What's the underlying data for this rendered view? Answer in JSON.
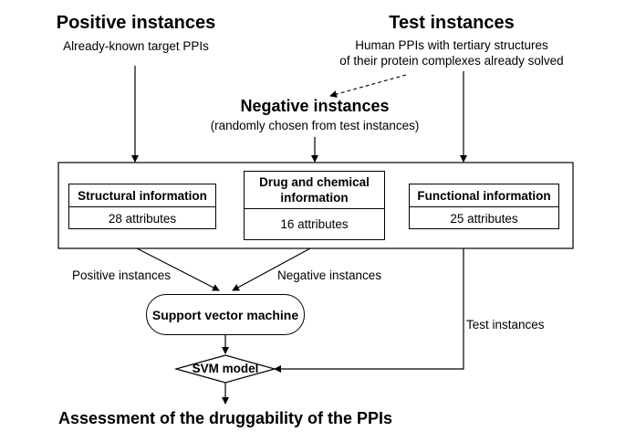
{
  "positive": {
    "title": "Positive instances",
    "subtitle": "Already-known target PPIs"
  },
  "test": {
    "title": "Test instances",
    "line1": "Human PPIs with tertiary structures",
    "line2": "of their protein complexes already solved"
  },
  "negative": {
    "title": "Negative instances",
    "subtitle": "(randomly chosen from test instances)"
  },
  "features": {
    "structural": {
      "title": "Structural information",
      "value": "28 attributes"
    },
    "drug": {
      "title_line1": "Drug and chemical",
      "title_line2": "information",
      "value": "16 attributes"
    },
    "functional": {
      "title": "Functional information",
      "value": "25 attributes"
    }
  },
  "edges": {
    "positive_label": "Positive instances",
    "negative_label": "Negative instances",
    "test_label": "Test instances"
  },
  "svm": {
    "label": "Support vector machine"
  },
  "model": {
    "label": "SVM model"
  },
  "result": {
    "label": "Assessment of the druggability of the PPIs"
  }
}
